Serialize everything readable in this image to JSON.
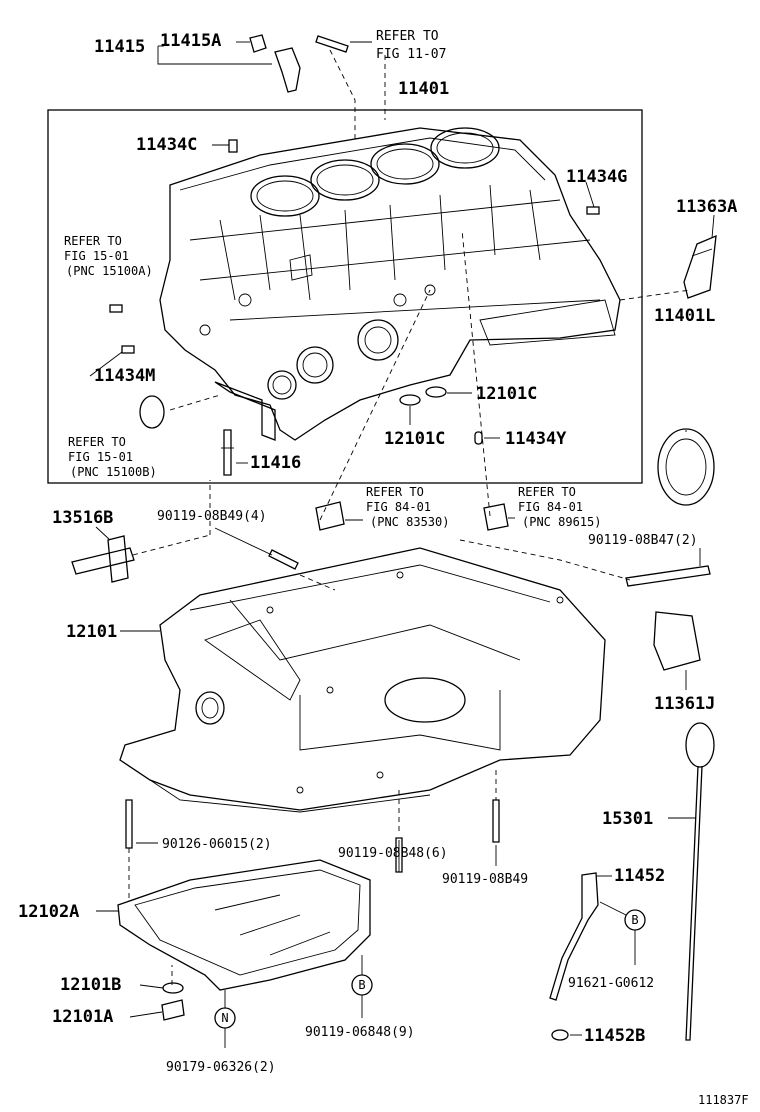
{
  "labels": {
    "l11415": "11415",
    "l11415A": "11415A",
    "refer1107a": "REFER TO",
    "refer1107b": "FIG 11-07",
    "l11401": "11401",
    "l11434C": "11434C",
    "l11434G": "11434G",
    "l11363A": "11363A",
    "refer1501a_1": "REFER TO",
    "refer1501a_2": "FIG 15-01",
    "refer1501a_3": "(PNC 15100A)",
    "l11434M": "11434M",
    "l12101C_a": "12101C",
    "l12101C_b": "12101C",
    "l11434Y": "11434Y",
    "l11401L": "11401L",
    "refer1501b_1": "REFER TO",
    "refer1501b_2": "FIG 15-01",
    "refer1501b_3": "(PNC 15100B)",
    "l11416": "11416",
    "l13516B": "13516B",
    "l9011908B49_4": "90119-08B49(4)",
    "refer8401a_1": "REFER TO",
    "refer8401a_2": "FIG 84-01",
    "refer8401a_3": "(PNC 83530)",
    "refer8401b_1": "REFER TO",
    "refer8401b_2": "FIG 84-01",
    "refer8401b_3": "(PNC 89615)",
    "l9011908B47": "90119-08B47(2)",
    "l12101": "12101",
    "l11361J": "11361J",
    "l15301": "15301",
    "l9012606015": "90126-06015(2)",
    "l9011908B48": "90119-08B48(6)",
    "l9011908B49": "90119-08B49",
    "l11452": "11452",
    "l12102A": "12102A",
    "lB1": "B",
    "l9162106612": "91621-G0612",
    "l12101B": "12101B",
    "lB2": "B",
    "l12101A": "12101A",
    "lN": "N",
    "l9011906848": "90119-06848(9)",
    "l11452B": "11452B",
    "l9017906326": "90179-06326(2)",
    "figno": "111837F"
  }
}
